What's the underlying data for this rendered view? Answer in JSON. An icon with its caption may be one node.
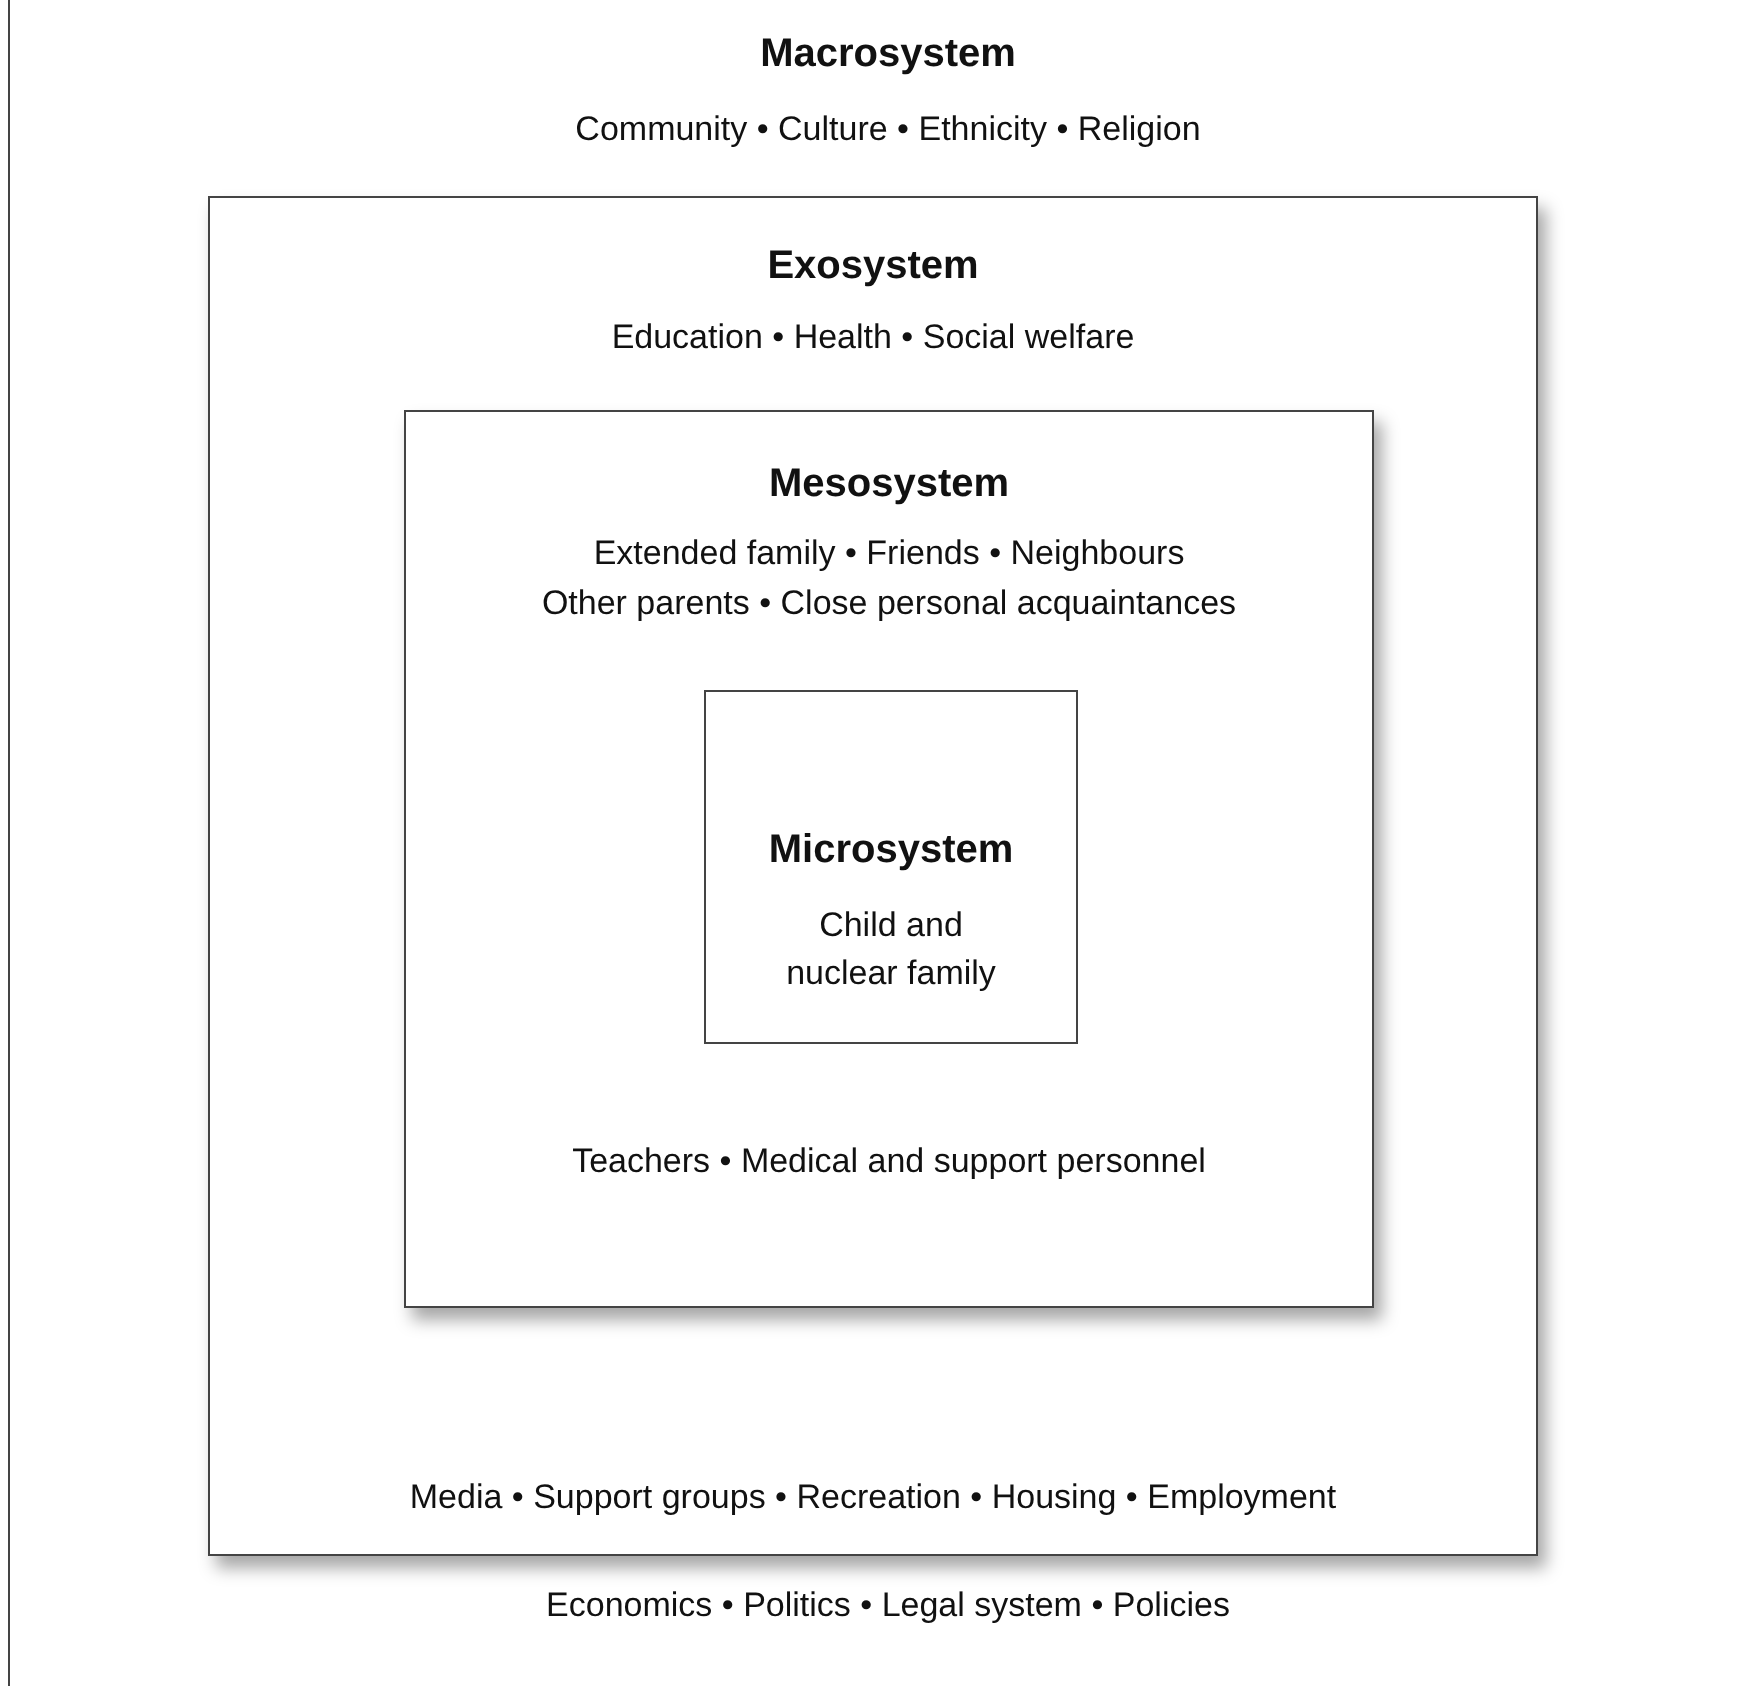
{
  "diagram": {
    "nodes": [
      {
        "text": [
          "Macrosystem",
          "Community • Culture • Ethnicity • Religion",
          "Economics • Politics • Legal system • Policies"
        ]
      },
      {
        "text": [
          "Exosystem",
          "Education • Health • Social welfare",
          "Media • Support groups • Recreation • Housing • Employment"
        ],
        "in": 0
      },
      {
        "text": [
          "Mesosystem",
          "Extended family • Friends • Neighbours",
          "Other parents • Close personal acquaintances",
          "Teachers • Medical and support personnel"
        ],
        "in": 1
      },
      {
        "text": [
          "Microsystem",
          "Child and nuclear family"
        ],
        "in": 2
      }
    ]
  }
}
